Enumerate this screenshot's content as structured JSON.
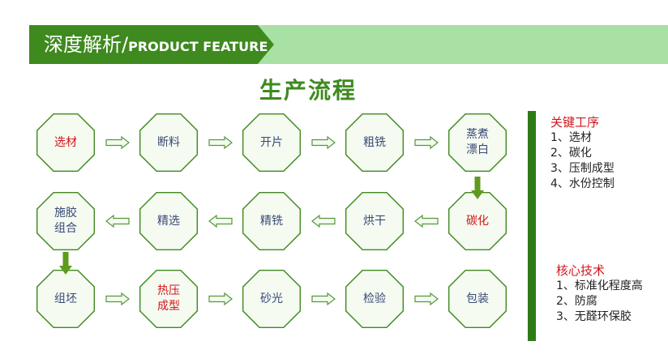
{
  "banner": {
    "title_cn": "深度解析/",
    "title_en": "PRODUCT FEATURE"
  },
  "title": "生产流程",
  "rows": [
    [
      {
        "label": "选材",
        "highlight": true
      },
      {
        "label": "断料",
        "highlight": false
      },
      {
        "label": "开片",
        "highlight": false
      },
      {
        "label": "粗铣",
        "highlight": false
      },
      {
        "label": "蒸煮\n漂白",
        "highlight": false
      }
    ],
    [
      {
        "label": "施胶\n组合",
        "highlight": false
      },
      {
        "label": "精选",
        "highlight": false
      },
      {
        "label": "精铣",
        "highlight": false
      },
      {
        "label": "烘干",
        "highlight": false
      },
      {
        "label": "碳化",
        "highlight": true
      }
    ],
    [
      {
        "label": "组坯",
        "highlight": false
      },
      {
        "label": "热压\n成型",
        "highlight": true
      },
      {
        "label": "砂光",
        "highlight": false
      },
      {
        "label": "检验",
        "highlight": false
      },
      {
        "label": "包装",
        "highlight": false
      }
    ]
  ],
  "key_processes": {
    "heading": "关键工序",
    "items": [
      "1、选材",
      "2、碳化",
      "3、压制成型",
      "4、水份控制"
    ]
  },
  "core_tech": {
    "heading": "核心技术",
    "items": [
      "1、标准化程度高",
      "2、防腐",
      "3、无醛环保胶"
    ]
  },
  "colors": {
    "banner_dark": "#3f8a1f",
    "banner_light": "#a9e0a3",
    "node_fill": "#f5fbf1",
    "node_stroke": "#3f8a1f",
    "node_text": "#3a4a78",
    "highlight_text": "#d0161b",
    "arrow_fill": "#f3faef",
    "arrow_stroke": "#55993a",
    "down_arrow": "#5e9a1e",
    "divider": "#2e7a17"
  }
}
